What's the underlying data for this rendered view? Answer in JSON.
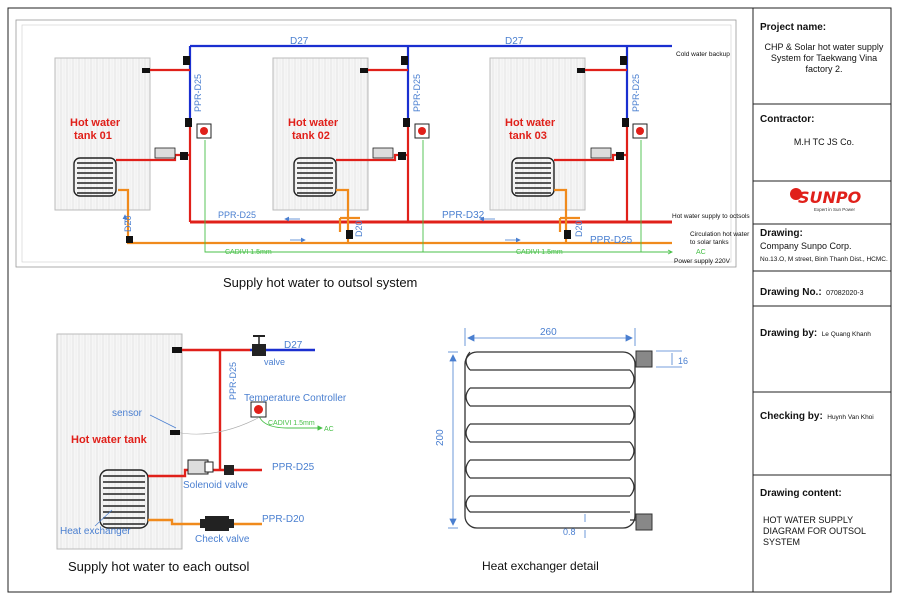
{
  "title_block": {
    "project_name_label": "Project name:",
    "project_name_value": "CHP & Solar hot water supply System for Taekwang Vina factory 2.",
    "contractor_label": "Contractor:",
    "contractor_value": "M.H TC JS Co.",
    "logo_text": "SUNPO",
    "logo_tagline": "Expert in Sun Power",
    "drawing_label": "Drawing:",
    "drawing_company": "Company Sunpo Corp.",
    "drawing_address": "No.13.O, M street, Binh Thanh Dist., HCMC.",
    "drawing_no_label": "Drawing No.:",
    "drawing_no_value": "07082020-3",
    "drawing_by_label": "Drawing by:",
    "drawing_by_value": "Le Quang Khanh",
    "checking_by_label": "Checking by:",
    "checking_by_value": "Huynh Van Khoi",
    "content_label": "Drawing content:",
    "content_value": "HOT WATER SUPPLY DIAGRAM FOR OUTSOL SYSTEM"
  },
  "system_diagram": {
    "caption": "Supply hot water to outsol system",
    "tanks": [
      "Hot water tank 01",
      "Hot water tank 02",
      "Hot water tank 03"
    ],
    "labels": {
      "d27": "D27",
      "ppr_d25": "PPR-D25",
      "ppr_d32": "PPR-D32",
      "d20": "D20",
      "cadivi": "CADIVI 1.5mm",
      "ac": "AC",
      "cold_water_backup": "Cold water backup",
      "hot_water_supply": "Hot water supply to octsols",
      "circulation_1": "Circulation hot water",
      "circulation_2": "to solar tanks",
      "power_supply": "Power supply 220V"
    }
  },
  "outsol_diagram": {
    "caption": "Supply hot water to each outsol",
    "tank": "Hot water tank",
    "sensor": "sensor",
    "heat_exchanger": "Heat exchanger",
    "temperature_controller": "Temperature Controller",
    "solenoid_valve": "Solenoid valve",
    "check_valve": "Check valve",
    "valve": "valve",
    "d27": "D27",
    "ppr_d25_vertical": "PPR-D25",
    "ppr_d25": "PPR-D25",
    "ppr_d20": "PPR-D20",
    "cadivi": "CADIVI 1.5mm",
    "ac": "AC"
  },
  "heat_exchanger_detail": {
    "caption": "Heat exchanger detail",
    "dim_width": "260",
    "dim_height": "200",
    "dim_pipe": "16",
    "dim_gap": "0.8"
  },
  "colors": {
    "hot": "#e0201a",
    "cold": "#1a2fd0",
    "return": "#f08a1c",
    "cable": "#48c048",
    "label_blue": "#4a7fd0"
  }
}
